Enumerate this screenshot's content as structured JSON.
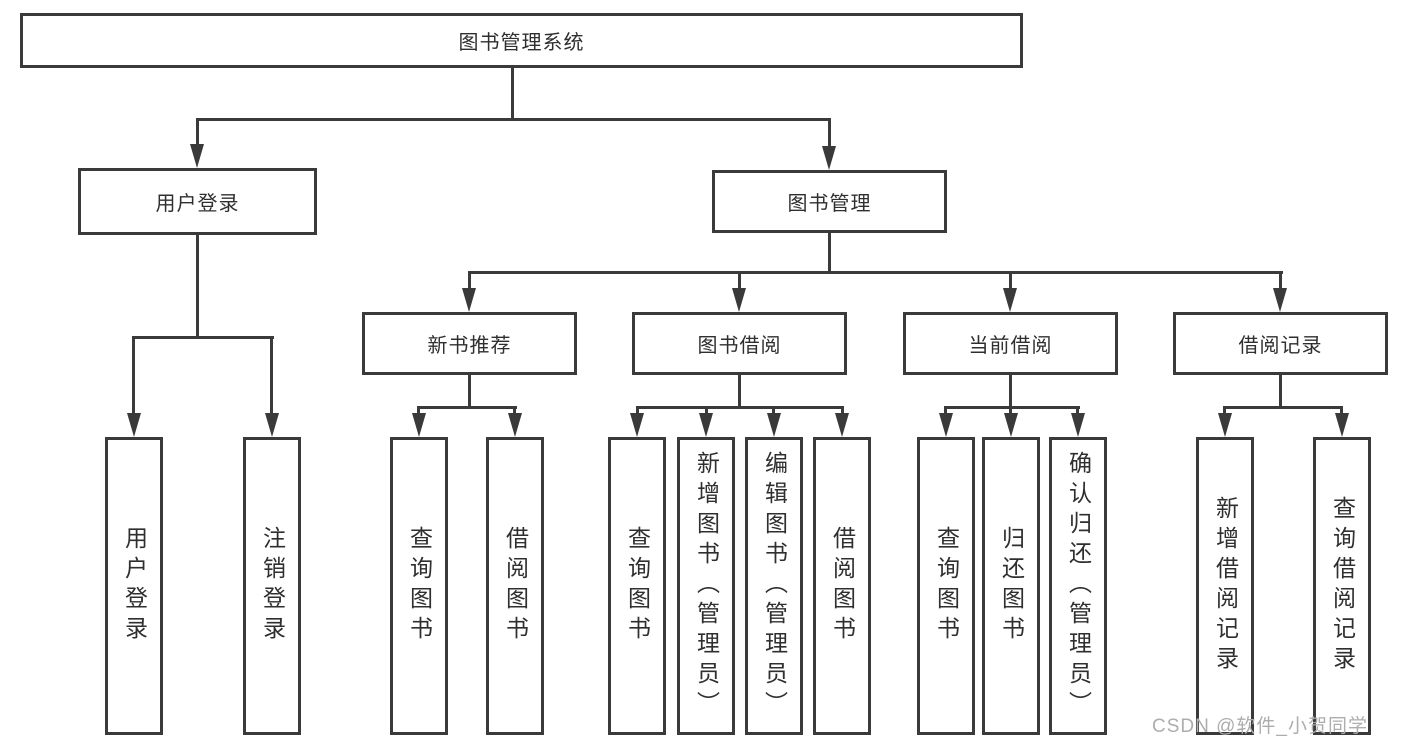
{
  "diagram": {
    "root": {
      "label": "图书管理系统"
    },
    "level2": [
      {
        "label": "用户登录"
      },
      {
        "label": "图书管理"
      }
    ],
    "level3": [
      {
        "label": "新书推荐"
      },
      {
        "label": "图书借阅"
      },
      {
        "label": "当前借阅"
      },
      {
        "label": "借阅记录"
      }
    ],
    "leaves": {
      "login": [
        "用户登录",
        "注销登录"
      ],
      "recommend": [
        "查询图书",
        "借阅图书"
      ],
      "borrow": [
        "查询图书",
        "新增图书（管理员）",
        "编辑图书（管理员）",
        "借阅图书"
      ],
      "current": [
        "查询图书",
        "归还图书",
        "确认归还（管理员）"
      ],
      "record": [
        "新增借阅记录",
        "查询借阅记录"
      ]
    }
  },
  "watermark": {
    "text": "CSDN @软件_小贺同学",
    "color": "#adadad"
  },
  "colors": {
    "line": "#3a3a3a",
    "background": "#ffffff",
    "text": "#2f2f2f"
  }
}
